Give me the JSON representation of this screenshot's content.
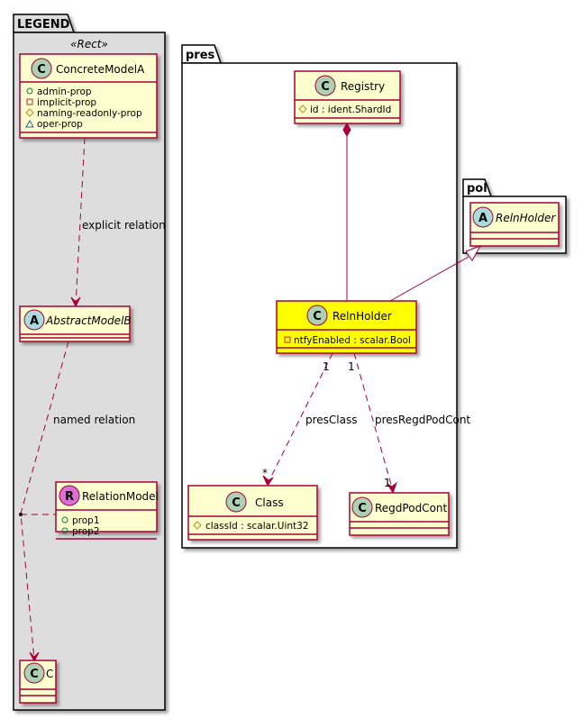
{
  "colors": {
    "class_fill": "#FEFECE",
    "class_border": "#A80036",
    "highlight_fill": "#FFFF00",
    "legend_fill": "#DDDDDD",
    "c_circle": "#ADD1B2",
    "a_circle": "#A9DCDF",
    "r_circle": "#DA70D6",
    "public_icon": "#038048",
    "private_icon": "#C82930",
    "protected_icon": "#B38D22",
    "package_icon": "#1963A0"
  },
  "legend": {
    "title": "LEGEND",
    "stereotype": "«Rect»",
    "concrete": {
      "glyph": "C",
      "name": "ConcreteModelA",
      "attrs": [
        {
          "vis": "public",
          "text": "admin-prop"
        },
        {
          "vis": "private",
          "text": "implicit-prop"
        },
        {
          "vis": "protected",
          "text": "naming-readonly-prop"
        },
        {
          "vis": "package",
          "text": "oper-prop"
        }
      ]
    },
    "explicit_label": "explicit relation",
    "abstract": {
      "glyph": "A",
      "name": "AbstractModelB"
    },
    "named_label": "named relation",
    "relation": {
      "glyph": "R",
      "name": "RelationModel",
      "attrs": [
        {
          "vis": "public",
          "text": "prop1"
        },
        {
          "vis": "public",
          "text": "prop2"
        }
      ]
    },
    "target": {
      "glyph": "C",
      "name": "C"
    }
  },
  "pres": {
    "title": "pres",
    "registry": {
      "glyph": "C",
      "name": "Registry",
      "attrs": [
        {
          "vis": "protected",
          "text": "id : ident.ShardId"
        }
      ]
    },
    "relnholder": {
      "glyph": "C",
      "name": "RelnHolder",
      "attrs": [
        {
          "vis": "private",
          "text": "ntfyEnabled : scalar.Bool"
        }
      ]
    },
    "class": {
      "glyph": "C",
      "name": "Class",
      "attrs": [
        {
          "vis": "protected",
          "text": "classId : scalar.Uint32"
        }
      ]
    },
    "regdpodcont": {
      "glyph": "C",
      "name": "RegdPodCont"
    },
    "edge_presclass": {
      "label": "presClass",
      "src_mult": "1",
      "dst_mult": "*"
    },
    "edge_presregd": {
      "label": "presRegdPodCont",
      "src_mult": "1",
      "dst_mult": "1"
    }
  },
  "pol": {
    "title": "pol",
    "relnholder": {
      "glyph": "A",
      "name": "RelnHolder"
    }
  }
}
